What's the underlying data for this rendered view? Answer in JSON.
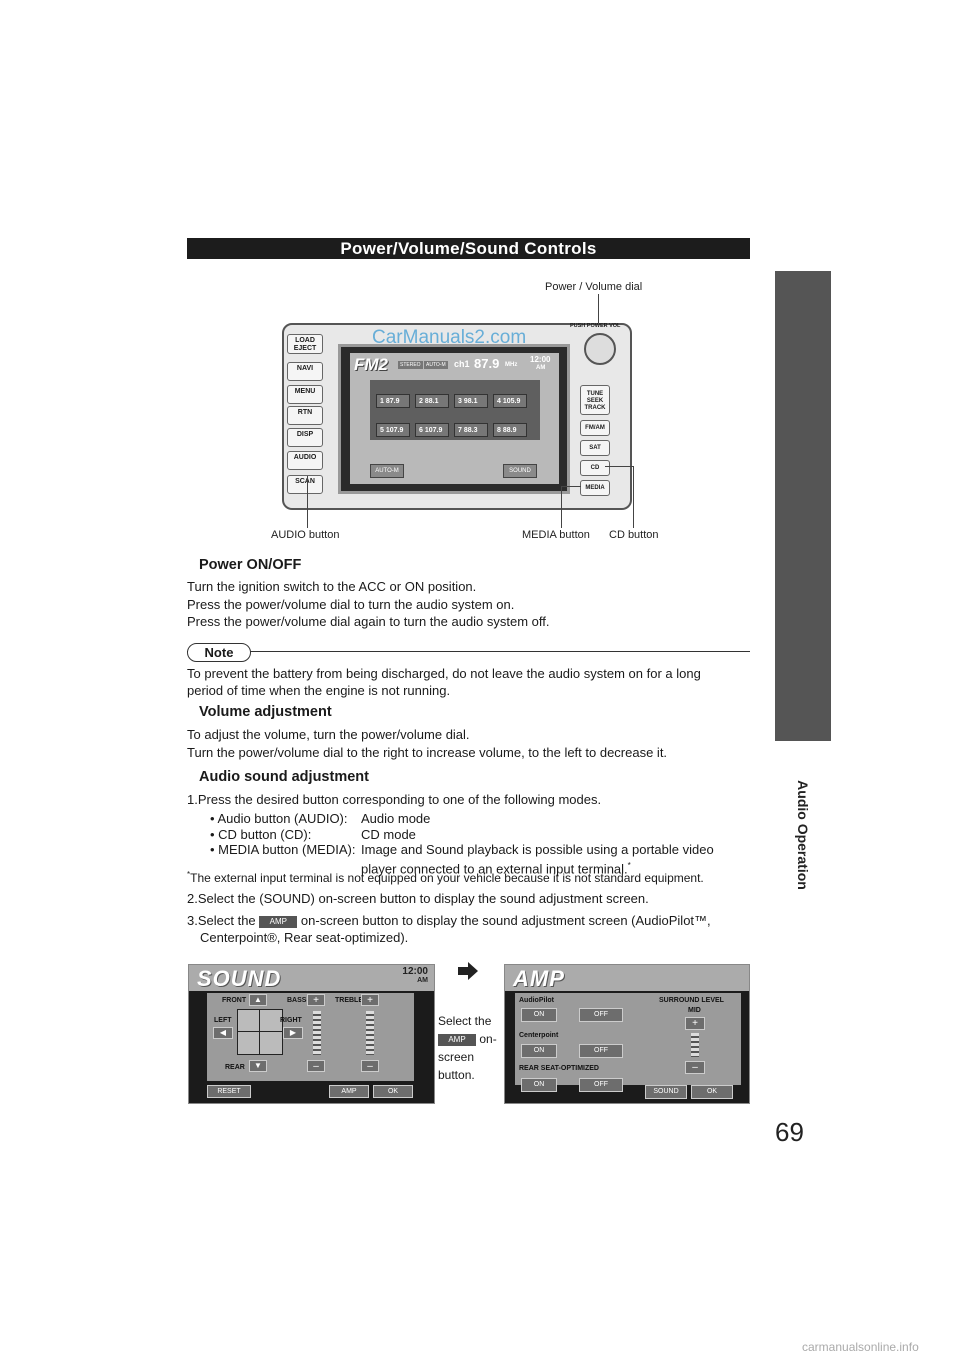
{
  "section_title": "Power/Volume/Sound Controls",
  "side_label": "Audio Operation",
  "page_number": "69",
  "watermark_top": "CarManuals2.com",
  "watermark_bottom": "carmanualsonline.info",
  "figure": {
    "callout_power": "Power / Volume dial",
    "callout_audio": "AUDIO button",
    "callout_media": "MEDIA button",
    "callout_cd": "CD button",
    "left_buttons": [
      "LOAD\nEJECT",
      "NAVI",
      "MENU",
      "RTN",
      "DISP",
      "AUDIO",
      "SCAN"
    ],
    "right_buttons": [
      "TUNE\nSEEK\nTRACK",
      "FM/AM",
      "SAT",
      "CD",
      "MEDIA"
    ],
    "dial_label": "PUSH POWER VOL",
    "screen": {
      "band": "FM2",
      "tags": [
        "STEREO",
        "AUTO-M"
      ],
      "channel": "ch1",
      "frequency": "87.9",
      "unit": "MHz",
      "time": "12:00",
      "ampm": "AM",
      "presets": [
        "1 87.9",
        "2 88.1",
        "3 98.1",
        "4 105.9",
        "5 107.9",
        "6 107.9",
        "7 88.3",
        "8 88.9"
      ],
      "soft_buttons": [
        "AUTO-M",
        "SOUND"
      ]
    }
  },
  "power": {
    "heading": "Power ON/OFF",
    "lines": [
      "Turn the ignition switch to the ACC or ON position.",
      "Press the power/volume dial to turn the audio system on.",
      "Press the power/volume dial again to turn the audio system off."
    ]
  },
  "note": {
    "label": "Note",
    "text_1": "To prevent the battery from being discharged, do not leave the audio system on for a long",
    "text_2": "period of time when the engine is not running."
  },
  "volume": {
    "heading": "Volume adjustment",
    "lines": [
      "To adjust the volume, turn the power/volume dial.",
      "Turn the power/volume dial to the right to increase volume, to the left to decrease it."
    ]
  },
  "sound": {
    "heading": "Audio sound adjustment",
    "step1": "1.Press the desired button corresponding to one of the following modes.",
    "modes": [
      {
        "key": "•  Audio button (AUDIO):",
        "value": "Audio mode"
      },
      {
        "key": "•  CD button (CD):",
        "value": "CD mode"
      },
      {
        "key": "•  MEDIA button (MEDIA):",
        "value": "Image and Sound playback is possible using a portable video"
      }
    ],
    "mode_cont": "player connected to an external input terminal.",
    "footnote": "The external input terminal is not equipped on your vehicle because it is not standard equipment.",
    "asterisk": "*",
    "step2": "2.Select the (SOUND) on-screen button to display the sound adjustment screen.",
    "step3_a": "3.Select the",
    "step3_btn": "AMP",
    "step3_b": "on-screen button to display the sound adjustment screen (AudioPilot™,",
    "step3_c": "Centerpoint®, Rear seat-optimized)."
  },
  "select_caption": {
    "line1": "Select the",
    "btn": "AMP",
    "line2": "on-",
    "line3": "screen",
    "line4": "button."
  },
  "sound_screen": {
    "title": "SOUND",
    "time": "12:00",
    "ampm": "AM",
    "labels": [
      "FRONT",
      "LEFT",
      "RIGHT",
      "REAR",
      "BASS",
      "TREBLE"
    ],
    "buttons": [
      "RESET",
      "AMP",
      "OK"
    ],
    "plus": "+",
    "minus": "–"
  },
  "amp_screen": {
    "title": "AMP",
    "rows": [
      "AudioPilot",
      "Centerpoint",
      "REAR SEAT-OPTIMIZED"
    ],
    "on": "ON",
    "off": "OFF",
    "surround_label": "SURROUND LEVEL",
    "surround_value": "MID",
    "plus": "+",
    "minus": "–",
    "buttons": [
      "SOUND",
      "OK"
    ]
  }
}
